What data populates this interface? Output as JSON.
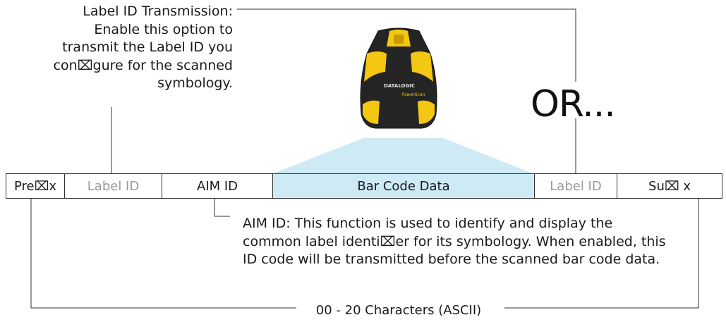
{
  "label_id_callout": {
    "lines": [
      "Label ID Transmission:",
      "Enable this option to",
      "transmit the Label ID you",
      "con⌧gure for the scanned",
      "symbology."
    ]
  },
  "or_text": "OR...",
  "scanner": {
    "brand": "DATALOGIC",
    "model": "PowerScan",
    "colors": {
      "body": "#1c1c1c",
      "accent": "#f3c712"
    }
  },
  "fields": [
    {
      "label": "Pre⌧x",
      "style": "normal"
    },
    {
      "label": "Label ID",
      "style": "muted"
    },
    {
      "label": "AIM ID",
      "style": "normal"
    },
    {
      "label": "Bar Code Data",
      "style": "highlight"
    },
    {
      "label": "Label ID",
      "style": "muted"
    },
    {
      "label": "Su⌧ x",
      "style": "normal"
    }
  ],
  "aim_callout": {
    "lines": [
      "AIM ID: This function is used to identify and display the",
      "common label identi⌧er for its symbology. When enabled, this",
      "ID code will be transmitted before the scanned bar code data."
    ]
  },
  "range_label": "00 - 20 Characters (ASCII)",
  "colors": {
    "line": "#333333",
    "muted_text": "#9a9a9a",
    "scan_beam": "#cdeaf5"
  }
}
